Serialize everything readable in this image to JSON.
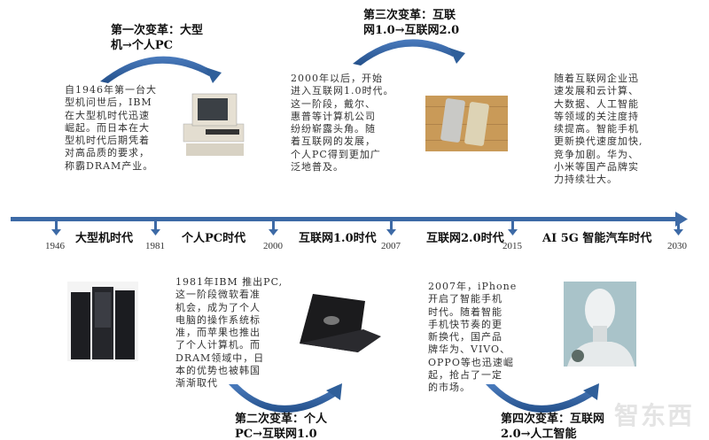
{
  "colors": {
    "timeline": "#3d6aa6",
    "arrow": "#2f5f9a"
  },
  "transitions": [
    {
      "line1": "第一次变革：大型",
      "line2": "机→个人PC"
    },
    {
      "line1": "第二次变革：个人",
      "line2": "PC→互联网1.0"
    },
    {
      "line1": "第三次变革：互联",
      "line2": "网1.0→互联网2.0"
    },
    {
      "line1": "第四次变革：互联网",
      "line2": "2.0→人工智能"
    }
  ],
  "descriptions": {
    "mainframe": [
      "自1946年第一台大",
      "型机问世后，IBM",
      "在大型机时代迅速",
      "崛起。而日本在大",
      "型机时代后期凭着",
      "对高品质的要求，",
      "称霸DRAM产业。"
    ],
    "pc": [
      "1981年IBM 推出PC,",
      "这一阶段微软看准",
      "机会，成为了个人",
      "电脑的操作系统标",
      "准，而苹果也推出",
      "了个人计算机。而",
      "DRAM领域中，日",
      "本的优势也被韩国",
      "渐渐取代"
    ],
    "internet1": [
      "2000年以后，开始",
      "进入互联网1.0时代。",
      "这一阶段，戴尔、",
      "惠普等计算机公司",
      "纷纷崭露头角。随",
      "着互联网的发展，",
      "个人PC得到更加广",
      "泛地普及。"
    ],
    "internet2": [
      "2007年，iPhone",
      "开启了智能手机",
      "时代。随着智能",
      "手机快节奏的更",
      "新换代，国产品",
      "牌华为、VIVO、",
      "OPPO等也迅速崛",
      "起，抢占了一定",
      "的市场。"
    ],
    "ai": [
      "随着互联网企业迅",
      "速发展和云计算、",
      "大数据、人工智能",
      "等领域的关注度持",
      "续提高。智能手机",
      "更新换代速度加快,",
      "竞争加剧。华为、",
      "小米等国产品牌实",
      "力持续壮大。"
    ]
  },
  "timeline": {
    "years": [
      "1946",
      "1981",
      "2000",
      "2007",
      "2015",
      "2030"
    ],
    "eras": [
      "大型机时代",
      "个人PC时代",
      "互联网1.0时代",
      "互联网2.0时代",
      "AI 5G 智能汽车时代"
    ]
  },
  "images": [
    "mainframe-server",
    "desktop-pc",
    "laptop",
    "iphones",
    "robot"
  ],
  "watermark": "智东西"
}
